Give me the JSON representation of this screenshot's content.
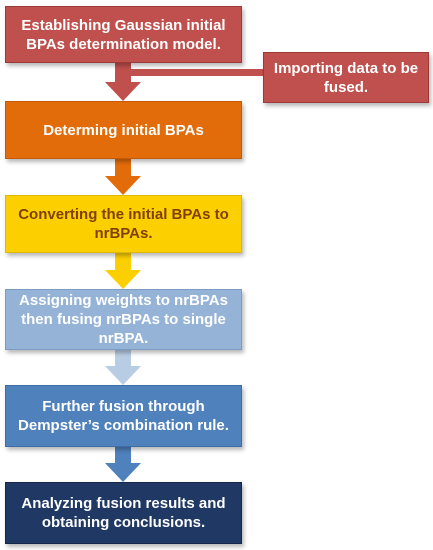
{
  "boxes": {
    "step1": "Establishing Gaussian initial BPAs determination model.",
    "import": "Importing data to be fused.",
    "step2": "Determing initial BPAs",
    "step3": "Converting the initial BPAs to nrBPAs.",
    "step4": "Assigning weights to nrBPAs then fusing nrBPAs to single nrBPA.",
    "step5": "Further fusion through Dempster’s combination rule.",
    "step6": "Analyzing fusion results and obtaining conclusions."
  },
  "colors": {
    "step1": "#c0504d",
    "import": "#c0504d",
    "step2": "#e36c0a",
    "step3": "#fcd000",
    "step4": "#95b3d7",
    "step5": "#4f81bd",
    "step6": "#1f3864",
    "arrow_red": "#c0504d",
    "arrow_orange": "#e36c0a",
    "arrow_yellow": "#fcd000",
    "arrow_lightblue": "#b8cce4",
    "arrow_blue": "#4f81bd"
  }
}
